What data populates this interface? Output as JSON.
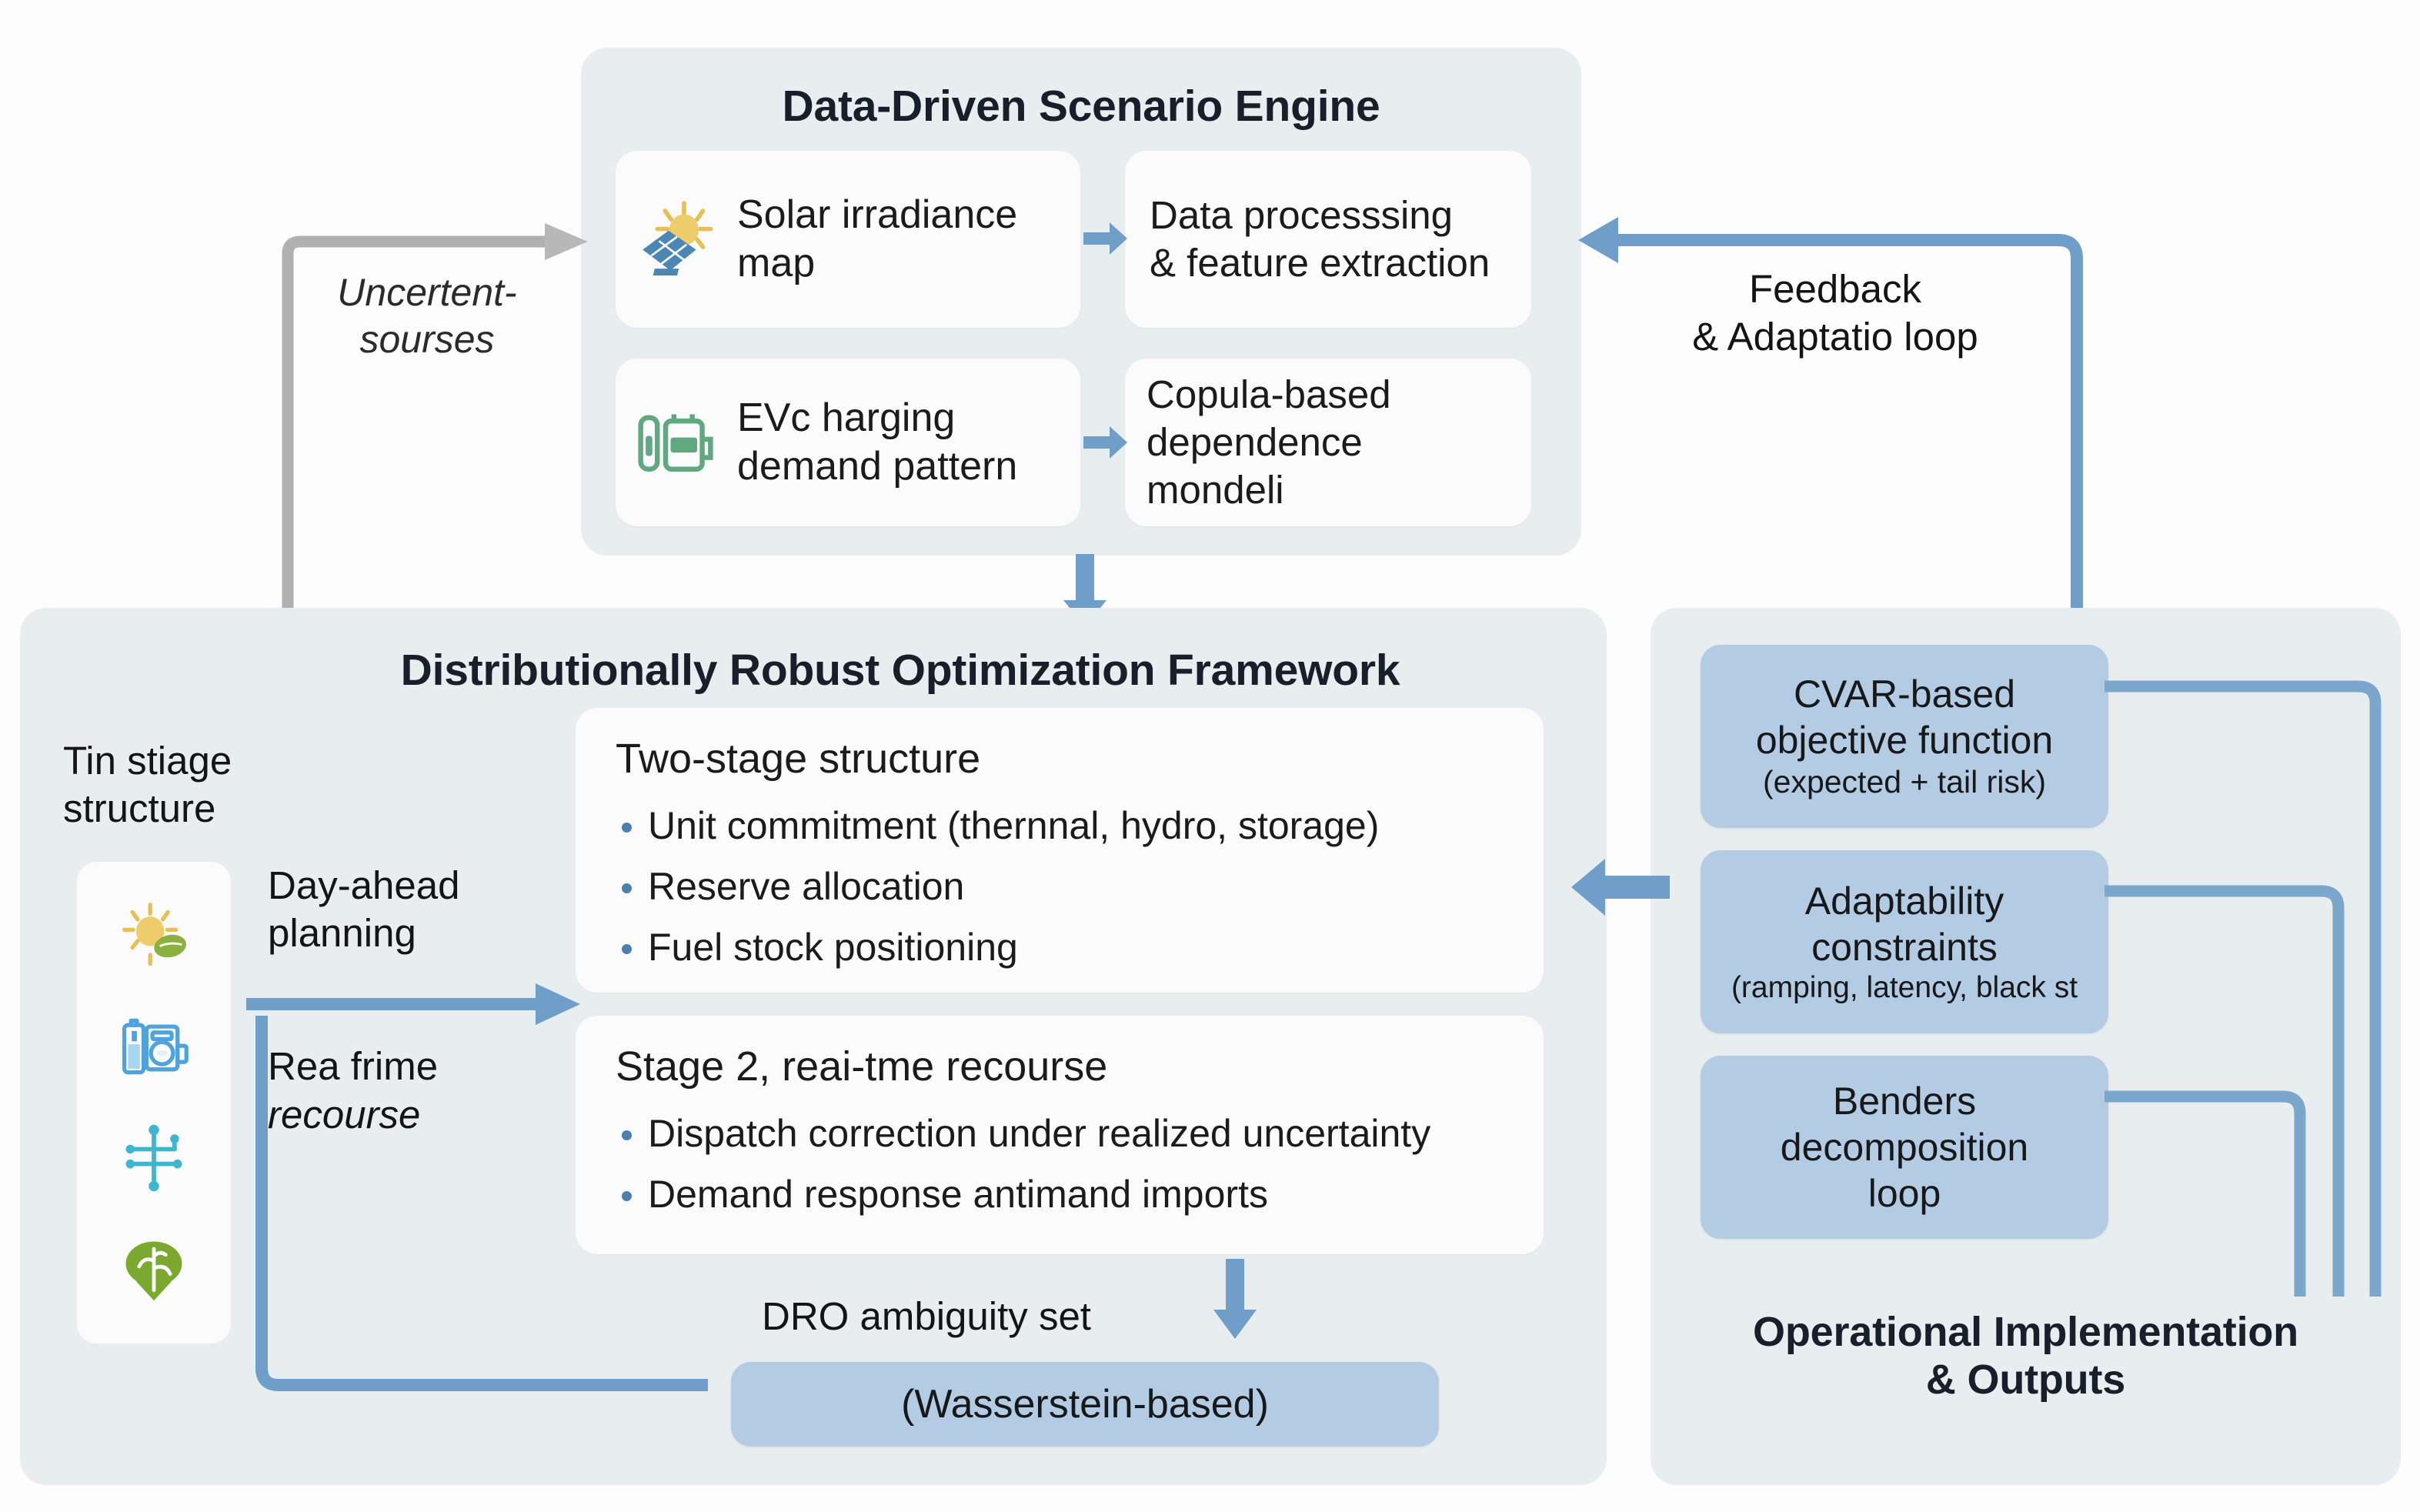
{
  "engine": {
    "title": "Data-Driven Scenario Engine",
    "cards": [
      {
        "label": "Solar irradiance\nmap",
        "icon": "solar-panel-icon"
      },
      {
        "label": "Data processsing\n& feature extraction",
        "icon": "none"
      },
      {
        "label": "EVc harging\ndemand pattern",
        "icon": "ev-charger-icon"
      },
      {
        "label": "Copula-based\ndependence mondeli",
        "icon": "none"
      }
    ]
  },
  "connectors": {
    "uncertain_sources": "Uncertent-\nsourses",
    "feedback_loop": "Feedback\n& Adaptatio loop",
    "day_ahead": "Day-ahead\nplanning",
    "real_time_line1": "Rea frime",
    "real_time_line2": "recourse",
    "dro_ambiguity_set": "DRO ambiguity set"
  },
  "dro": {
    "title": "Distributionally Robust Optimization Framework",
    "side_label": "Tin stiage\nstructure",
    "stage1": {
      "heading": "Two-stage structure",
      "bullets": [
        "Unit commitment (thernnal, hydro, storage)",
        "Reserve allocation",
        "Fuel stock positioning"
      ]
    },
    "stage2": {
      "heading": "Stage 2, reai-tme recourse",
      "bullets": [
        "Dispatch correction under realized uncertainty",
        "Demand response antimand imports"
      ]
    },
    "ambiguity_box": "(Wasserstein-based)",
    "rail_icons": [
      "sun-leaf-renewable-icon",
      "battery-storage-icon",
      "grid-network-icon",
      "green-tree-location-icon"
    ]
  },
  "operational": {
    "title": "Operational Implementation\n& Outputs",
    "boxes": [
      {
        "main": "CVAR-based\nobjective function",
        "sub": "(expected + tail risk)"
      },
      {
        "main": "Adaptability\nconstraints",
        "sub": "(ramping, latency, black st"
      },
      {
        "main": "Benders\ndecomposition\nloop",
        "sub": ""
      }
    ]
  },
  "colors": {
    "panel_bg": "#e8eef0",
    "card_bg": "#fbfbfb",
    "blue_box": "#b3cbe3",
    "arrow_blue": "#6f9fc8",
    "arrow_gray": "#b0b0b0",
    "bullet_blue": "#4a7fb0"
  }
}
